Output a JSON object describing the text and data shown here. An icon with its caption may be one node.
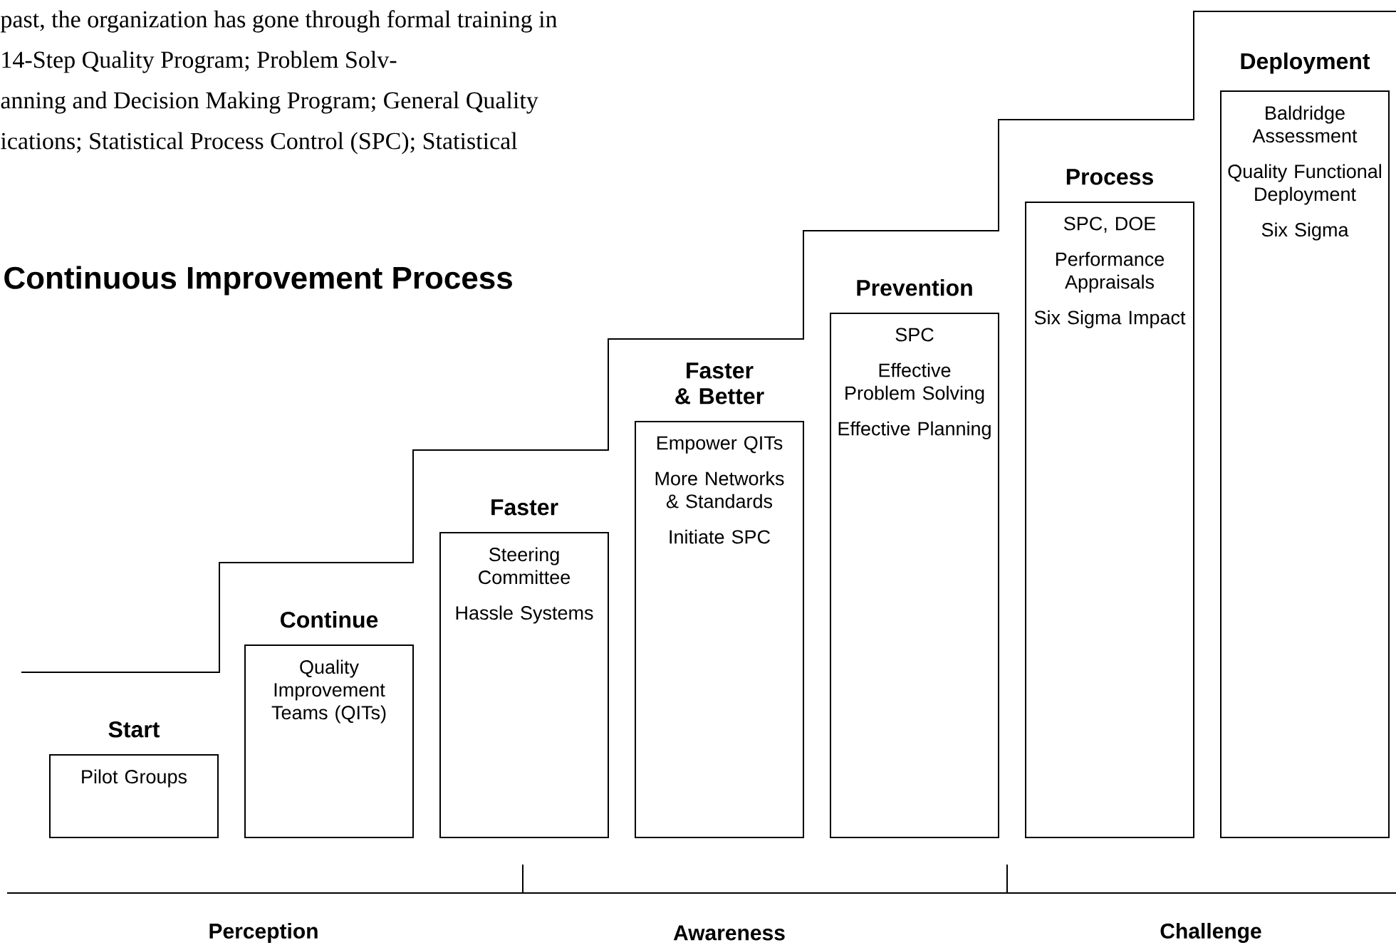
{
  "diagram": {
    "title": "Continuous Improvement Process",
    "nodes": [
      {
        "text": [
          "Start",
          "Pilot Groups"
        ]
      },
      {
        "text": [
          "Continue",
          "Quality Improvement Teams (QITs)"
        ]
      },
      {
        "text": [
          "Faster",
          "Steering Committee",
          "Hassle Systems"
        ]
      },
      {
        "text": [
          "Faster & Better",
          "Empower QITs",
          "More Networks & Standards",
          "Initiate SPC"
        ]
      },
      {
        "text": [
          "Prevention",
          "SPC",
          "Effective Problem Solving",
          "Effective Planning"
        ]
      },
      {
        "text": [
          "Process",
          "SPC, DOE",
          "Performance Appraisals",
          "Six Sigma Impact"
        ]
      },
      {
        "text": [
          "Deployment",
          "Baldridge Assessment",
          "Quality Functional Deployment",
          "Six Sigma"
        ]
      }
    ],
    "labels": [
      "past, the organization has gone through formal training in",
      "14-Step Quality Program; Problem Solv-",
      "anning and Decision Making Program; General Quality",
      "ications; Statistical Process Control (SPC); Statistical",
      "Perception",
      "Awareness",
      "Challenge"
    ]
  }
}
